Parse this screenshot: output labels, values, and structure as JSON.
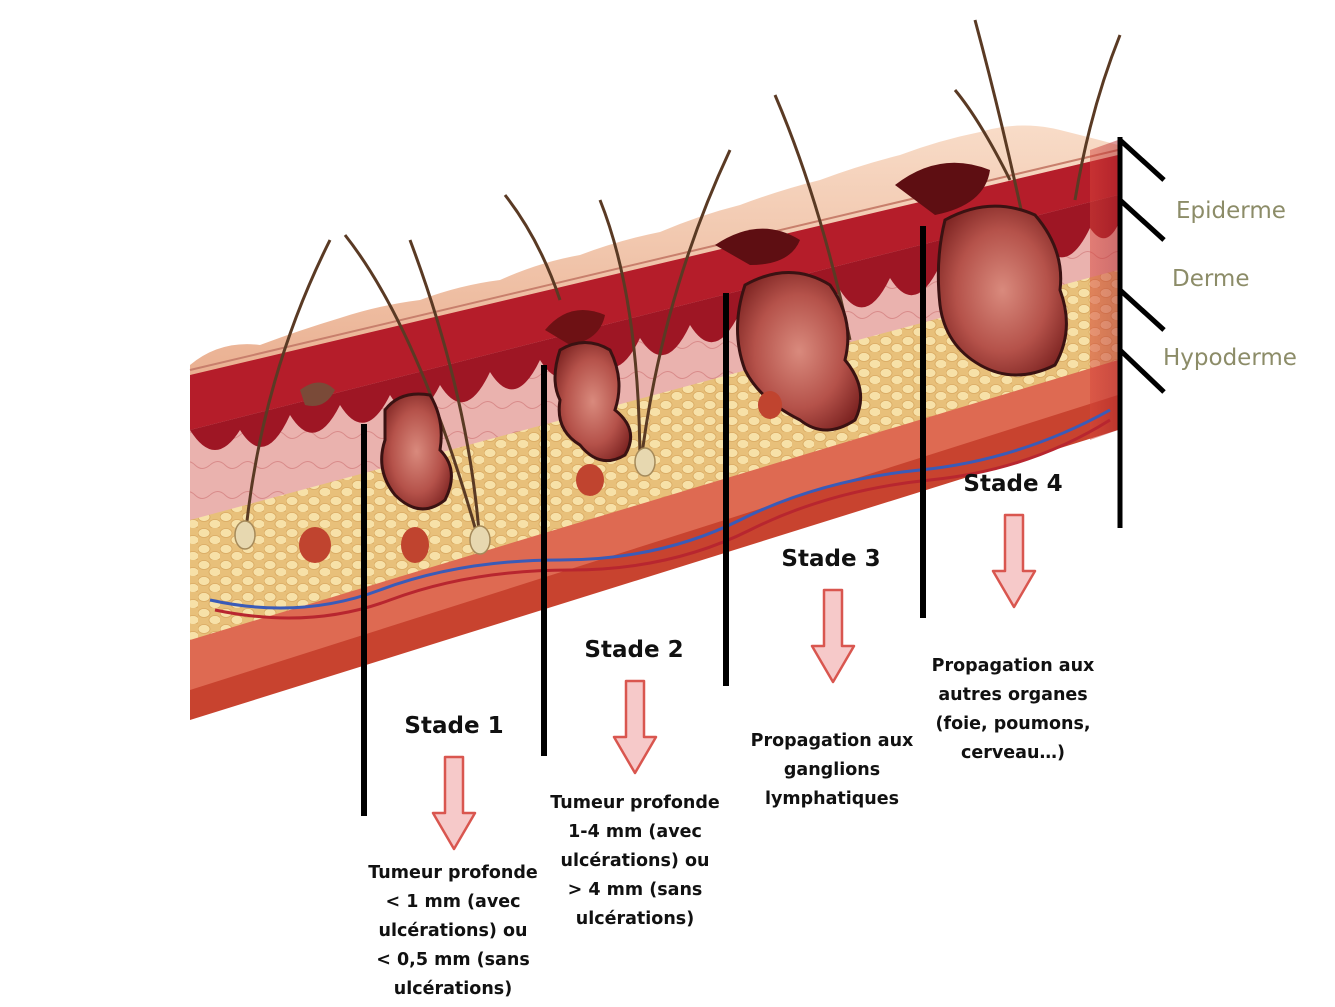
{
  "layers": [
    {
      "id": "epiderme",
      "label": "Epiderme"
    },
    {
      "id": "derme",
      "label": "Derme"
    },
    {
      "id": "hypoderme",
      "label": "Hypoderme"
    }
  ],
  "stages": [
    {
      "id": "stade-1",
      "title": "Stade 1",
      "description_lines": [
        "Tumeur profonde",
        "< 1 mm (avec",
        "ulcérations) ou",
        "< 0,5 mm (sans",
        "ulcérations)"
      ]
    },
    {
      "id": "stade-2",
      "title": "Stade 2",
      "description_lines": [
        "Tumeur profonde",
        "1-4 mm (avec",
        "ulcérations) ou",
        "> 4 mm (sans",
        "ulcérations)"
      ]
    },
    {
      "id": "stade-3",
      "title": "Stade 3",
      "description_lines": [
        "Propagation aux",
        "ganglions",
        "lymphatiques"
      ]
    },
    {
      "id": "stade-4",
      "title": "Stade 4",
      "description_lines": [
        "Propagation aux",
        "autres organes",
        "(foie, poumons,",
        "cerveau…)"
      ]
    }
  ],
  "colors": {
    "layer_label": "#8c8c68",
    "arrow_fill": "#f6c9c9",
    "arrow_stroke": "#d9564f",
    "divider": "#000000",
    "skin_surface": "#f1c3a6",
    "epidermis_red": "#b51d2a",
    "dermis_pink": "#e7a6a6",
    "fat_yellow": "#f2d695",
    "base_red": "#d35744",
    "tumor": "#a53a30"
  }
}
